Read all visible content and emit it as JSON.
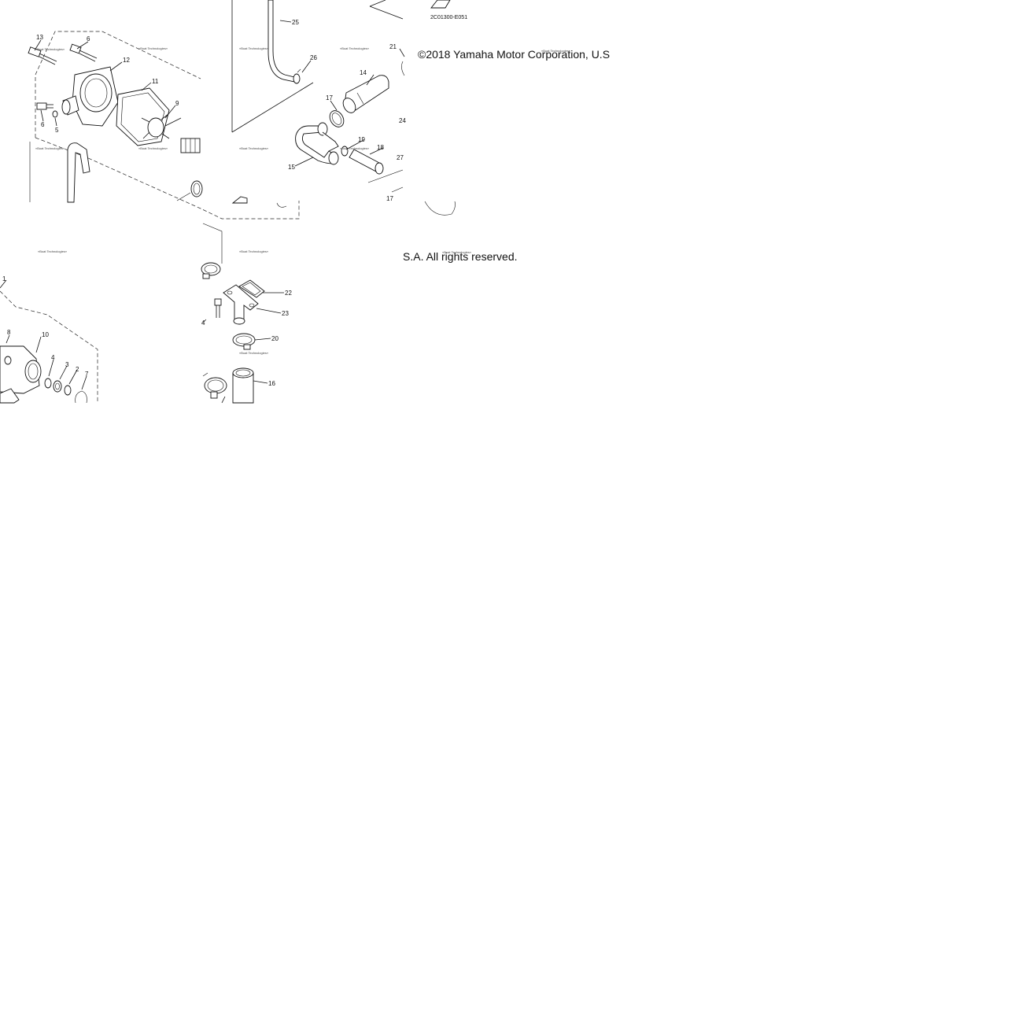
{
  "diagram": {
    "copyright_top": "©2018 Yamaha Motor Corporation, U.S",
    "copyright_bottom": "S.A. All rights reserved.",
    "drawing_code": "2C01300-E051",
    "watermark": "«Boat Technologies»",
    "callouts": {
      "c13": "13",
      "c6a": "6",
      "c12": "12",
      "c11": "11",
      "c9": "9",
      "c6b": "6",
      "c5": "5",
      "c1": "1",
      "c8": "8",
      "c10": "10",
      "c4": "4",
      "c3": "3",
      "c2": "2",
      "c7": "7",
      "c25": "25",
      "c26": "26",
      "c21": "21",
      "c14": "14",
      "c17a": "17",
      "c24": "24",
      "c19": "19",
      "c18": "18",
      "c27": "27",
      "c15": "15",
      "c17b": "17",
      "c22": "22",
      "c23": "23",
      "c20": "20",
      "c16": "16",
      "c4b": "4"
    }
  }
}
